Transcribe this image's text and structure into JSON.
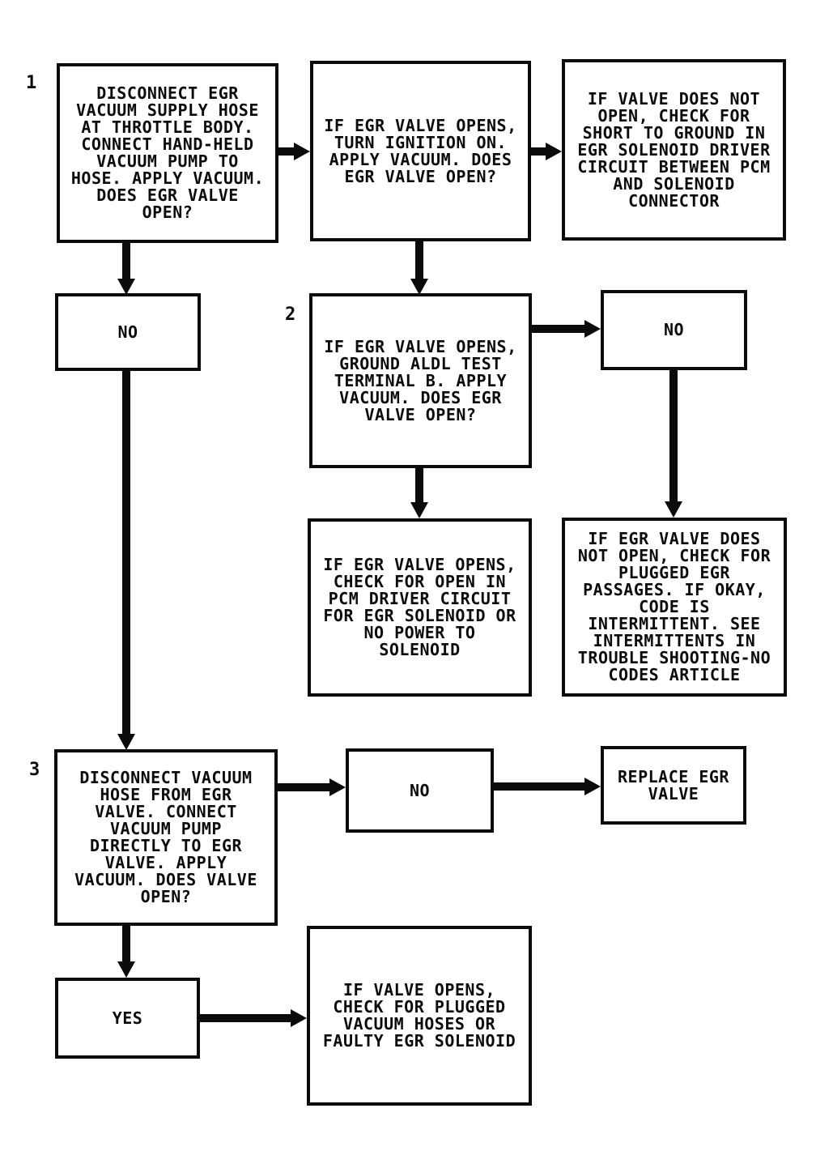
{
  "flowchart": {
    "description": "EGR valve diagnostic flowchart",
    "ink_color": "#0b0b0b",
    "background_color": "#ffffff",
    "steps": {
      "step1": {
        "number": "1",
        "text": "DISCONNECT EGR\nVACUUM SUPPLY HOSE\nAT THROTTLE BODY.\nCONNECT HAND-HELD\nVACUUM PUMP TO\nHOSE. APPLY VACUUM.\nDOES EGR VALVE\nOPEN?"
      },
      "ignition_check": {
        "text": "IF EGR VALVE OPENS,\nTURN IGNITION ON.\nAPPLY VACUUM. DOES\nEGR VALVE OPEN?"
      },
      "short_to_ground": {
        "text": "IF VALVE DOES NOT\nOPEN, CHECK FOR\nSHORT TO GROUND IN\nEGR SOLENOID DRIVER\nCIRCUIT BETWEEN PCM\nAND SOLENOID\nCONNECTOR"
      },
      "no_1": {
        "text": "NO"
      },
      "step2": {
        "number": "2",
        "text": "IF EGR VALVE OPENS,\nGROUND ALDL TEST\nTERMINAL B. APPLY\nVACUUM. DOES EGR\nVALVE OPEN?"
      },
      "no_2": {
        "text": "NO"
      },
      "open_in_pcm": {
        "text": "IF EGR VALVE OPENS,\nCHECK FOR OPEN IN\nPCM DRIVER CIRCUIT\nFOR EGR SOLENOID OR\nNO POWER TO\nSOLENOID"
      },
      "plugged_passages": {
        "text": "IF EGR VALVE DOES\nNOT OPEN, CHECK FOR\nPLUGGED EGR\nPASSAGES. IF OKAY,\nCODE IS\nINTERMITTENT. SEE\nINTERMITTENTS IN\nTROUBLE SHOOTING-NO\nCODES ARTICLE"
      },
      "step3": {
        "number": "3",
        "text": "DISCONNECT VACUUM\nHOSE FROM EGR\nVALVE. CONNECT\nVACUUM PUMP\nDIRECTLY TO EGR\nVALVE. APPLY\nVACUUM. DOES VALVE\nOPEN?"
      },
      "no_3": {
        "text": "NO"
      },
      "replace_valve": {
        "text": "REPLACE EGR\nVALVE"
      },
      "yes_1": {
        "text": "YES"
      },
      "plugged_hoses": {
        "text": "IF VALVE OPENS,\nCHECK FOR PLUGGED\nVACUUM HOSES OR\nFAULTY EGR SOLENOID"
      }
    }
  }
}
